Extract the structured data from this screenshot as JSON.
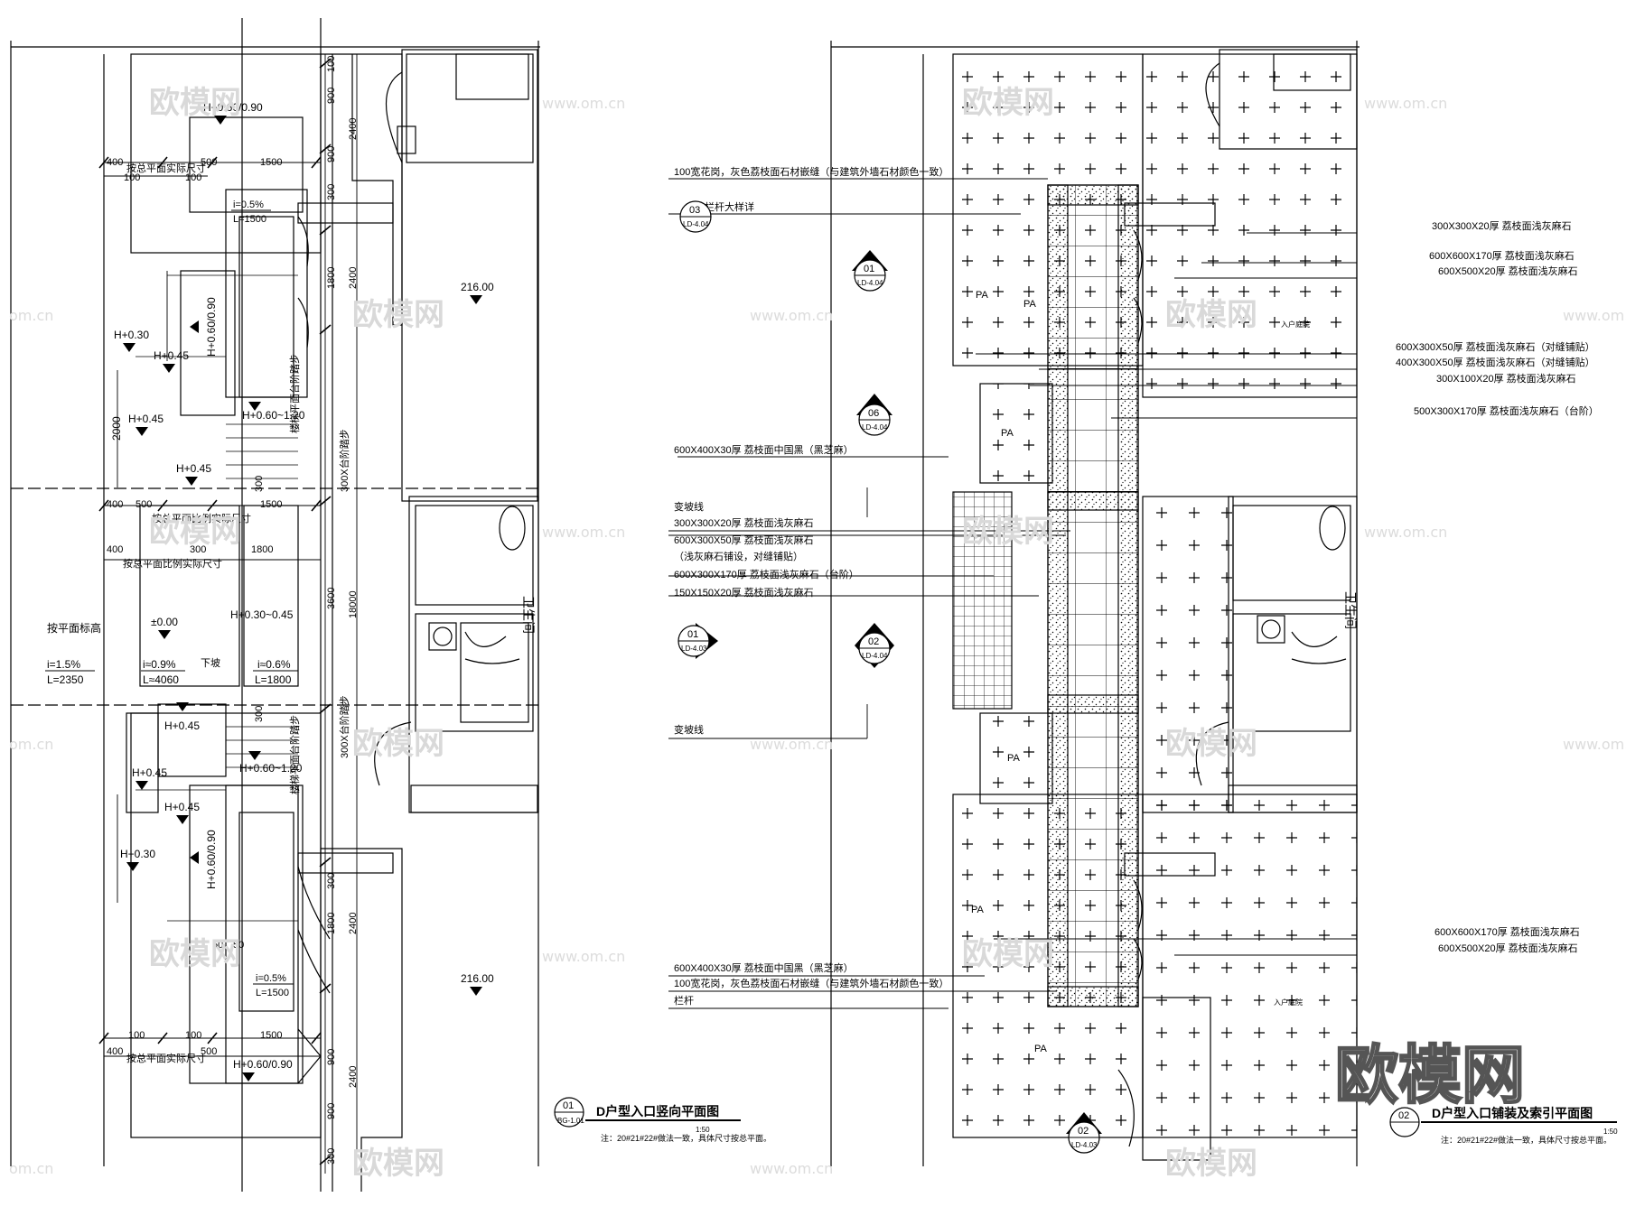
{
  "left_plan": {
    "title": "D户型入口竖向平面图",
    "scale": "1:50",
    "ref_num": "01",
    "ref_sheet": "BG-1.01",
    "note": "注：20#21#22#做法一致，具体尺寸按总平面。",
    "dims_top": [
      "400",
      "按总平面实际尺寸",
      "500",
      "1500",
      "100",
      "100"
    ],
    "dims_mid": [
      "400",
      "500",
      "1500",
      "按总平面比例实际尺寸"
    ],
    "dims_mid2": [
      "400",
      "300",
      "1800",
      "按总平面比例实际尺寸"
    ],
    "dims_bot": [
      "100",
      "100",
      "1500",
      "400",
      "按总平面实际尺寸",
      "500"
    ],
    "dims_right": [
      "100",
      "900",
      "2400",
      "900",
      "300",
      "1800",
      "2400",
      "3600",
      "18000",
      "300",
      "1800",
      "2400",
      "900",
      "900",
      "2400",
      "300"
    ],
    "elevations": [
      "H+0.60/0.90",
      "H+0.30",
      "H+0.45",
      "H+0.45",
      "H+0.45",
      "H+0.60~1.20",
      "H+0.60/0.90",
      "±0.00",
      "H+0.30~0.45",
      "H+0.45",
      "H+0.45",
      "H+0.45",
      "H+0.60~1.20",
      "H+0.30",
      "H+0.60/0.90",
      "H+0.60/0.90"
    ],
    "slopes": [
      {
        "i": "i=0.5%",
        "L": "L=1500"
      },
      {
        "i": "i=1.5%",
        "L": "L=2350"
      },
      {
        "i": "i≈0.9%",
        "L": "L≈4060"
      },
      {
        "i": "i≈0.6%",
        "L": "L=1800"
      },
      {
        "i": "i=0.5%",
        "L": "L=1500"
      }
    ],
    "spot_levels": [
      "216.00",
      "216.00"
    ],
    "side_label": "按平面标高",
    "small_dims": [
      "2000",
      "300",
      "300",
      "50",
      "50"
    ],
    "stair_labels": [
      "楼梯平面台阶踏步",
      "300X台阶踏步",
      "300X台阶踏步",
      "楼梯平面台阶踏步"
    ],
    "mid_label": "下坡",
    "room_label": "卫生间"
  },
  "right_plan": {
    "title": "D户型入口铺装及索引平面图",
    "scale": "1:50",
    "ref_num": "02",
    "note": "注：20#21#22#做法一致，具体尺寸按总平面。",
    "notes_left": [
      "100宽花岗，灰色荔枝面石材嵌缝（与建筑外墙石材颜色一致）",
      "栏杆大样详",
      "600X400X30厚 荔枝面中国黑（黑芝麻）",
      "变坡线",
      "300X300X20厚 荔枝面浅灰麻石",
      "600X300X50厚 荔枝面浅灰麻石",
      "（浅灰麻石铺设，对缝铺贴）",
      "600X300X170厚 荔枝面浅灰麻石（台阶）",
      "150X150X20厚 荔枝面浅灰麻石",
      "变坡线",
      "600X400X30厚 荔枝面中国黑（黑芝麻）",
      "100宽花岗，灰色荔枝面石材嵌缝（与建筑外墙石材颜色一致）",
      "栏杆"
    ],
    "notes_right": [
      "300X300X20厚 荔枝面浅灰麻石",
      "600X600X170厚 荔枝面浅灰麻石",
      "600X500X20厚 荔枝面浅灰麻石",
      "600X300X50厚 荔枝面浅灰麻石（对缝铺贴）",
      "400X300X50厚 荔枝面浅灰麻石（对缝铺贴）",
      "300X100X20厚 荔枝面浅灰麻石",
      "500X300X170厚 荔枝面浅灰麻石（台阶）",
      "600X600X170厚 荔枝面浅灰麻石",
      "600X500X20厚 荔枝面浅灰麻石"
    ],
    "callouts": [
      {
        "num": "03",
        "sheet": "LD-4.04"
      },
      {
        "num": "01",
        "sheet": "LD-4.04"
      },
      {
        "num": "06",
        "sheet": "LD-4.04"
      },
      {
        "num": "01",
        "sheet": "LD-4.03"
      },
      {
        "num": "02",
        "sheet": "LD-4.04"
      },
      {
        "num": "02",
        "sheet": "LD-4.03"
      }
    ],
    "pa_label": "PA",
    "entry_label": "入户庭院",
    "room_label": "卫生间"
  },
  "watermark": {
    "logo": "欧模网",
    "url": "www.om.cn",
    "url_short": "om.cn"
  },
  "colors": {
    "line": "#000000",
    "watermark": "#d9d9d9",
    "background": "#ffffff"
  }
}
